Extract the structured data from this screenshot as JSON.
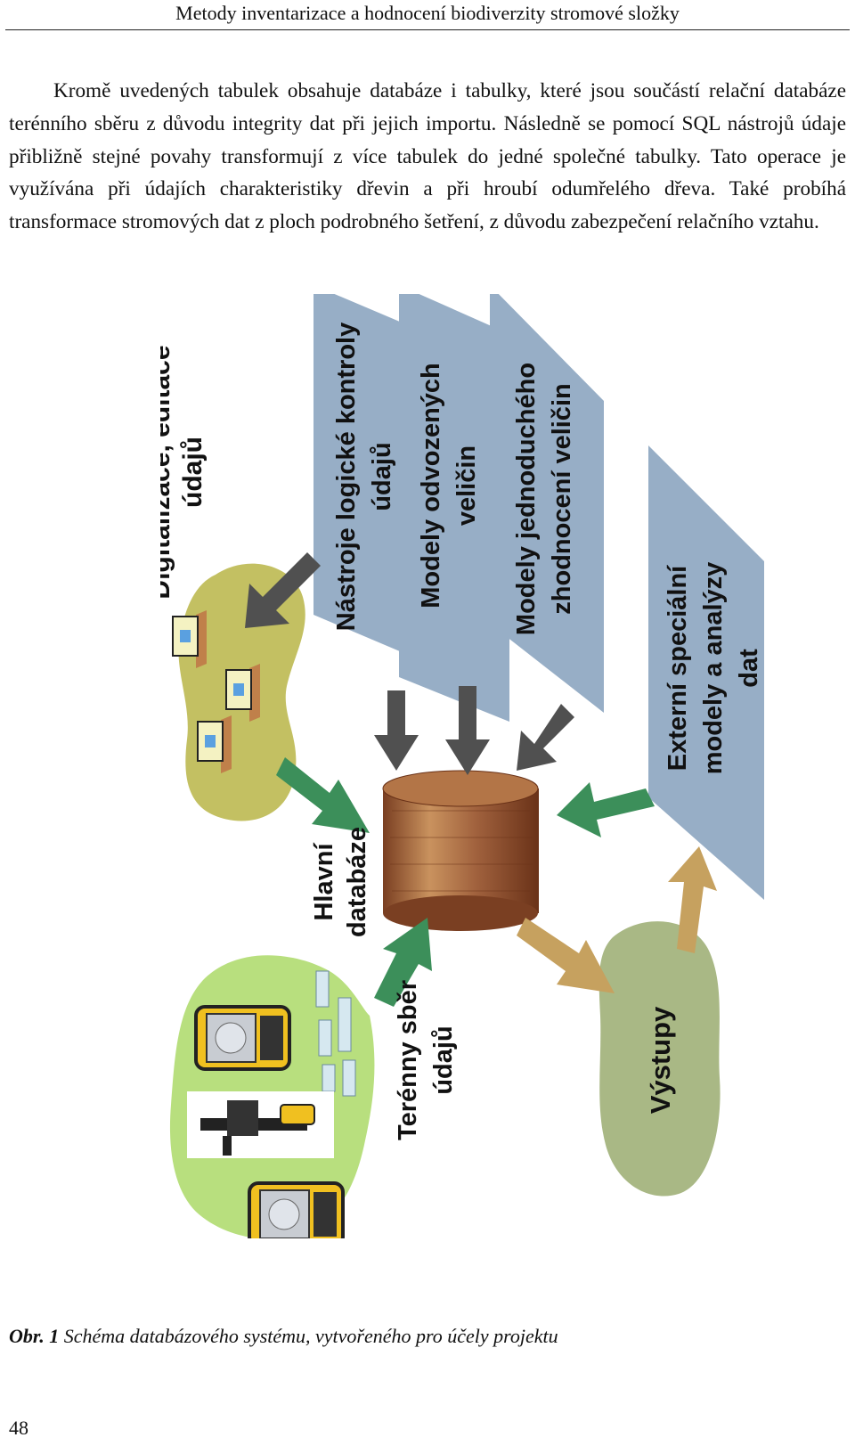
{
  "header": {
    "title": "Metody inventarizace a hodnocení biodiverzity stromové složky"
  },
  "body": {
    "paragraph": "Kromě uvedených tabulek obsahuje databáze i tabulky, které jsou součástí relační databáze terénního sběru z důvodu integrity dat při jejich importu. Následně se pomocí SQL nástrojů údaje přibližně stejné povahy transformují z více tabulek do jedné společné tabulky. Tato operace je využívána při údajích charakteristiky dřevin a při hroubí odumřelého dřeva. Také probíhá transformace stromových dat z ploch podrobného šetření, z důvodu zabezpečení relačního vztahu."
  },
  "figure": {
    "labels": {
      "digitalizace_1": "Digitalizace, editace",
      "digitalizace_2": "údajů",
      "nastroje_1": "Nástroje logické kontroly",
      "nastroje_2": "údajů",
      "odvozene_1": "Modely odvozených",
      "odvozene_2": "veličin",
      "jednoduche_1": "Modely jednoduchého",
      "jednoduche_2": "zhodnocení veličin",
      "externi_1": "Externí speciální",
      "externi_2": "modely a analýzy",
      "externi_3": "dat",
      "hlavni_1": "Hlavní",
      "hlavni_2": "databáze",
      "terenny_1": "Terénny sběr",
      "terenny_2": "údajů",
      "vystupy": "Výstupy"
    },
    "colors": {
      "panel": "#97aec6",
      "olive_blob": "#c3c062",
      "green_blob": "#b8df7e",
      "sage_blob": "#a9b885",
      "db_cylinder": "#a0613d",
      "green_arrow": "#3c8f5a",
      "gray_arrow": "#505050",
      "tan_arrow": "#c6a15f"
    }
  },
  "caption": {
    "label": "Obr. 1",
    "text": "Schéma databázového systému, vytvořeného pro účely projektu"
  },
  "footer": {
    "page_number": "48"
  }
}
